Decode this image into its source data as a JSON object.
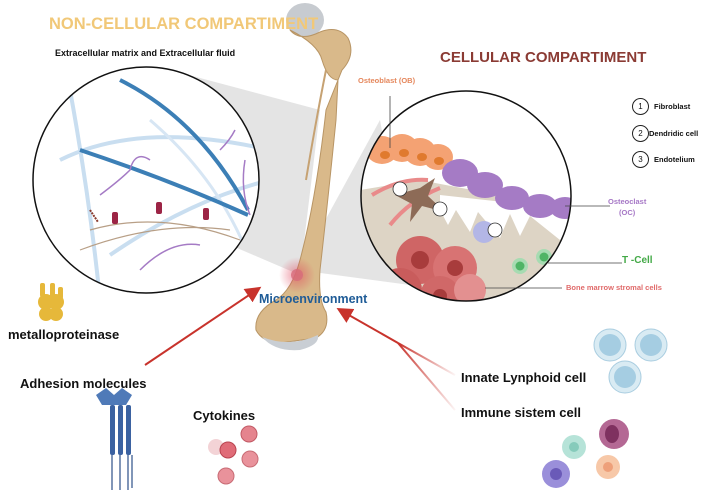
{
  "headings": {
    "non_cellular": "NON-CELLULAR COMPARTIMENT",
    "non_cellular_sub": "Extracellular matrix and Extracellular fluid",
    "cellular": "CELLULAR COMPARTIMENT"
  },
  "cellular_labels": {
    "osteoblast": "Osteoblast (OB)",
    "osteoclast_line1": "Osteoclast",
    "osteoclast_line2": "(OC)",
    "t_cell": "T -Cell",
    "bone_marrow": "Bone marrow stromal cells"
  },
  "legend": [
    {
      "num": "1",
      "label": "Fibroblast"
    },
    {
      "num": "2",
      "label": "Dendridic cell"
    },
    {
      "num": "3",
      "label": "Endotelium"
    }
  ],
  "center_label": "Microenvironment",
  "factors": {
    "metalloproteinase": "metalloproteinase",
    "adhesion": "Adhesion molecules",
    "cytokines": "Cytokines",
    "innate": "Innate Lynphoid cell",
    "immune": "Immune sistem cell"
  },
  "colors": {
    "non_cellular_heading": "#f1c878",
    "cellular_heading": "#8b3b34",
    "microenvironment": "#1f5c97",
    "arrow": "#c8332c",
    "bone": "#d9b98a",
    "osteoblast": "#f4a273",
    "osteoclast": "#a57bc5",
    "t_cell": "#43a947",
    "bone_marrow": "#e06a6a"
  }
}
